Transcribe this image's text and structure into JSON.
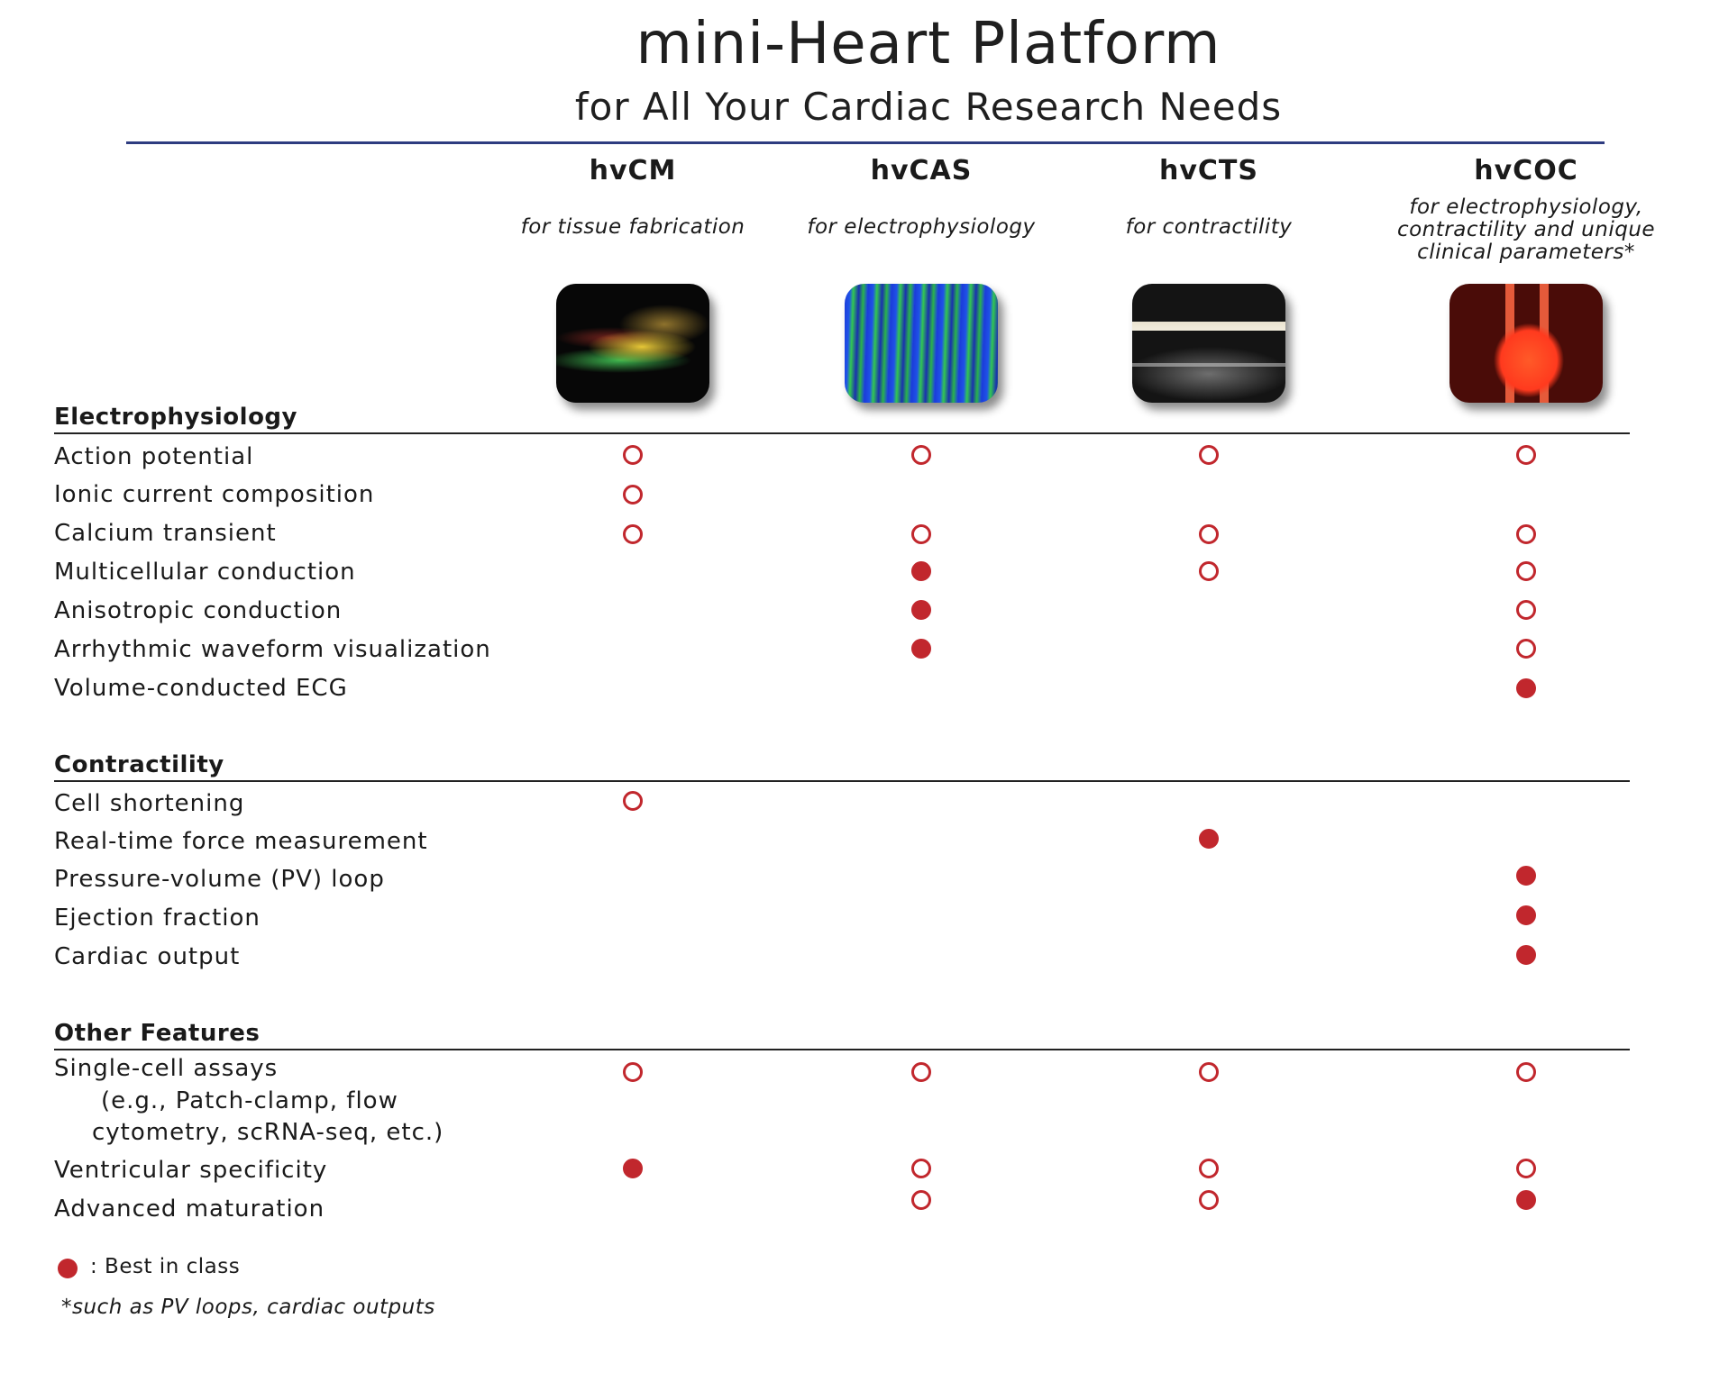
{
  "header": {
    "title": "mini-Heart Platform",
    "subtitle": "for All Your Cardiac Research Needs"
  },
  "columns": [
    {
      "name": "hvCM",
      "desc": "for tissue fabrication",
      "image": "cardiomyocyte fluorescence micrograph"
    },
    {
      "name": "hvCAS",
      "desc": "for electrophysiology",
      "image": "aligned tissue fluorescence micrograph"
    },
    {
      "name": "hvCTS",
      "desc": "for contractility",
      "image": "cardiac tissue strip photo"
    },
    {
      "name": "hvCOC",
      "desc": "for electrophysiology, contractility and unique clinical parameters*",
      "image": "cardiac organoid chamber photo"
    }
  ],
  "sections": [
    {
      "title": "Electrophysiology",
      "rows": [
        {
          "label": "Action potential",
          "marks": [
            "open",
            "open",
            "open",
            "open"
          ]
        },
        {
          "label": "Ionic current composition",
          "marks": [
            "open",
            "",
            "",
            ""
          ]
        },
        {
          "label": "Calcium transient",
          "marks": [
            "open",
            "open",
            "open",
            "open"
          ]
        },
        {
          "label": "Multicellular conduction",
          "marks": [
            "",
            "filled",
            "open",
            "open"
          ]
        },
        {
          "label": "Anisotropic conduction",
          "marks": [
            "",
            "filled",
            "",
            "open"
          ]
        },
        {
          "label": "Arrhythmic waveform visualization",
          "marks": [
            "",
            "filled",
            "",
            "open"
          ]
        },
        {
          "label": "Volume-conducted ECG",
          "marks": [
            "",
            "",
            "",
            "filled"
          ]
        }
      ]
    },
    {
      "title": "Contractility",
      "rows": [
        {
          "label": "Cell shortening",
          "marks": [
            "open",
            "",
            "",
            ""
          ]
        },
        {
          "label": "Real-time force measurement",
          "marks": [
            "",
            "",
            "filled",
            ""
          ]
        },
        {
          "label": "Pressure-volume (PV) loop",
          "marks": [
            "",
            "",
            "",
            "filled"
          ]
        },
        {
          "label": "Ejection fraction",
          "marks": [
            "",
            "",
            "",
            "filled"
          ]
        },
        {
          "label": "Cardiac output",
          "marks": [
            "",
            "",
            "",
            "filled"
          ]
        }
      ]
    },
    {
      "title": "Other Features",
      "rows": [
        {
          "label": "Single-cell assays",
          "sublabel1": "(e.g., Patch-clamp, flow",
          "sublabel2": "cytometry, scRNA-seq, etc.)",
          "marks": [
            "open",
            "open",
            "open",
            "open"
          ]
        },
        {
          "label": "Ventricular specificity",
          "marks": [
            "filled",
            "open",
            "open",
            "open"
          ]
        },
        {
          "label": "Advanced maturation",
          "marks": [
            "",
            "open",
            "open",
            "filled"
          ]
        }
      ]
    }
  ],
  "legend": {
    "text": ": Best in class"
  },
  "footnote": "*such as PV loops, cardiac outputs",
  "colors": {
    "marker": "#c1272d",
    "rule": "#2e3c80"
  }
}
